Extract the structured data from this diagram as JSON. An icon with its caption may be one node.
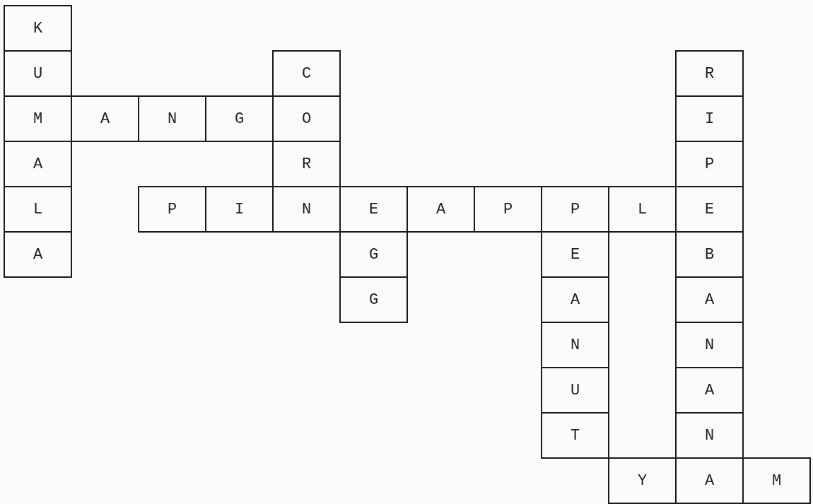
{
  "diagram": {
    "nodes": [
      {
        "text": [
          "K"
        ]
      },
      {
        "text": [
          "U"
        ]
      },
      {
        "text": [
          "C"
        ]
      },
      {
        "text": [
          "R"
        ]
      },
      {
        "text": [
          "M"
        ]
      },
      {
        "text": [
          "A"
        ]
      },
      {
        "text": [
          "N"
        ]
      },
      {
        "text": [
          "G"
        ]
      },
      {
        "text": [
          "O"
        ]
      },
      {
        "text": [
          "I"
        ]
      },
      {
        "text": [
          "A"
        ]
      },
      {
        "text": [
          "R"
        ]
      },
      {
        "text": [
          "P"
        ]
      },
      {
        "text": [
          "L"
        ]
      },
      {
        "text": [
          "P"
        ]
      },
      {
        "text": [
          "I"
        ]
      },
      {
        "text": [
          "N"
        ]
      },
      {
        "text": [
          "E"
        ]
      },
      {
        "text": [
          "A"
        ]
      },
      {
        "text": [
          "P"
        ]
      },
      {
        "text": [
          "P"
        ]
      },
      {
        "text": [
          "L"
        ]
      },
      {
        "text": [
          "E"
        ]
      },
      {
        "text": [
          "A"
        ]
      },
      {
        "text": [
          "G"
        ]
      },
      {
        "text": [
          "E"
        ]
      },
      {
        "text": [
          "B"
        ]
      },
      {
        "text": [
          "G"
        ]
      },
      {
        "text": [
          "A"
        ]
      },
      {
        "text": [
          "A"
        ]
      },
      {
        "text": [
          "N"
        ]
      },
      {
        "text": [
          "N"
        ]
      },
      {
        "text": [
          "U"
        ]
      },
      {
        "text": [
          "A"
        ]
      },
      {
        "text": [
          "T"
        ]
      },
      {
        "text": [
          "N"
        ]
      },
      {
        "text": [
          "Y"
        ]
      },
      {
        "text": [
          "A"
        ]
      },
      {
        "text": [
          "M"
        ]
      }
    ]
  }
}
